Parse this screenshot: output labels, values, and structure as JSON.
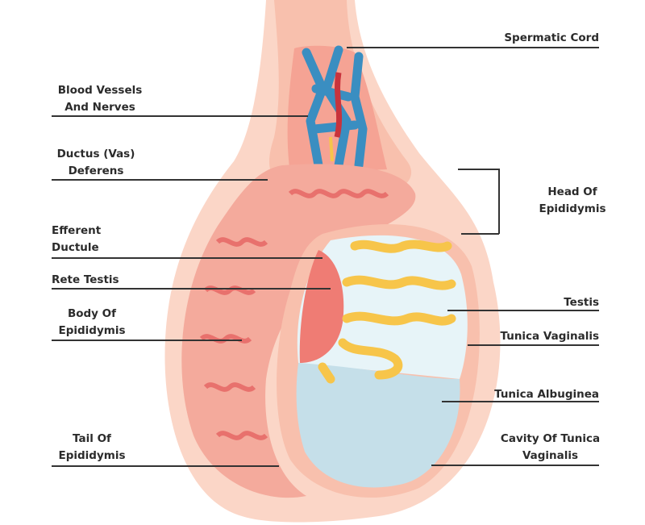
{
  "title": "Testis anatomy",
  "labels_left": [
    {
      "id": "blood-vessels",
      "lines": [
        "Blood Vessels",
        "And Nerves"
      ]
    },
    {
      "id": "ductus-deferens",
      "lines": [
        "Ductus (Vas)",
        "Deferens"
      ]
    },
    {
      "id": "efferent-ductule",
      "lines": [
        "Efferent",
        "Ductule"
      ]
    },
    {
      "id": "rete-testis",
      "lines": [
        "Rete Testis"
      ]
    },
    {
      "id": "body-epididymis",
      "lines": [
        "Body Of",
        "Epididymis"
      ]
    },
    {
      "id": "tail-epididymis",
      "lines": [
        "Tail Of",
        "Epididymis"
      ]
    }
  ],
  "labels_right": [
    {
      "id": "spermatic-cord",
      "lines": [
        "Spermatic Cord"
      ]
    },
    {
      "id": "head-epididymis",
      "lines": [
        "Head Of",
        "Epididymis"
      ]
    },
    {
      "id": "testis",
      "lines": [
        "Testis"
      ]
    },
    {
      "id": "tunica-vaginalis",
      "lines": [
        "Tunica Vaginalis"
      ]
    },
    {
      "id": "tunica-albuginea",
      "lines": [
        "Tunica Albuginea"
      ]
    },
    {
      "id": "cavity-tunica-vaginalis",
      "lines": [
        "Cavity Of Tunica",
        "Vaginalis"
      ]
    }
  ],
  "colors": {
    "skin": "#f9c9b6",
    "tissue": "#f08f86",
    "epididymis": "#ee7c76",
    "vein": "#3a8ec1",
    "artery": "#c8333c",
    "testis": "#e7f4f8",
    "cavity": "#c5dfe9",
    "tubule": "#f7c54a"
  }
}
